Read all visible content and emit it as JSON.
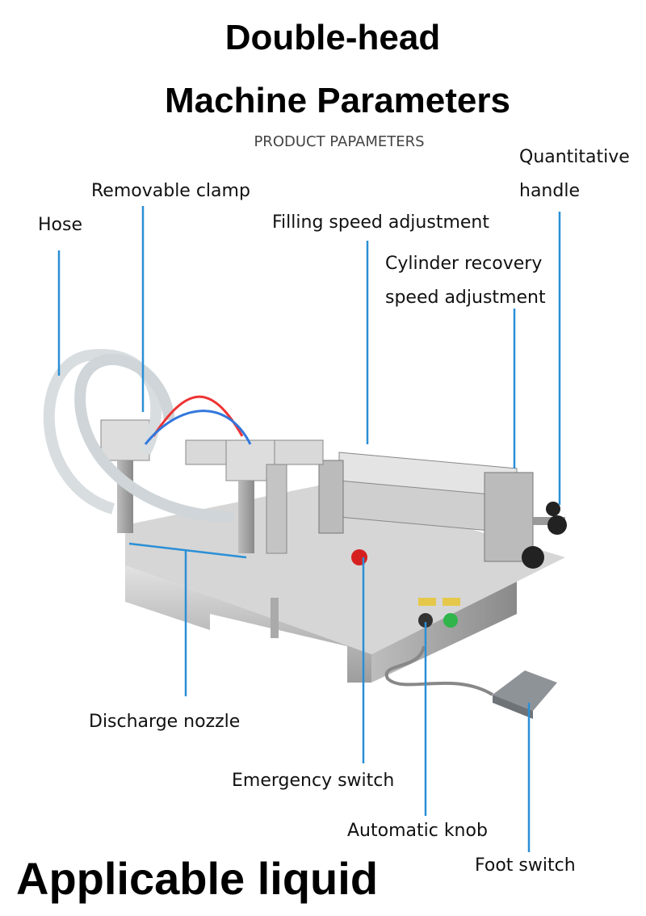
{
  "header": {
    "title_line1": "Double-head",
    "title_line2": "Machine Parameters",
    "subtitle": "PRODUCT PAPAMETERS"
  },
  "labels": {
    "hose": "Hose",
    "removable_clamp": "Removable clamp",
    "filling_speed": "Filling speed adjustment",
    "cylinder_recovery_1": "Cylinder recovery",
    "cylinder_recovery_2": "speed adjustment",
    "quantitative_1": "Quantitative",
    "quantitative_2": "handle",
    "discharge_nozzle": "Discharge nozzle",
    "emergency_switch": "Emergency switch",
    "automatic_knob": "Automatic knob",
    "foot_switch": "Foot switch"
  },
  "footer": {
    "heading": "Applicable liquid"
  },
  "colors": {
    "leader": "#2a8fd6",
    "steel": "#c9c9c9"
  }
}
